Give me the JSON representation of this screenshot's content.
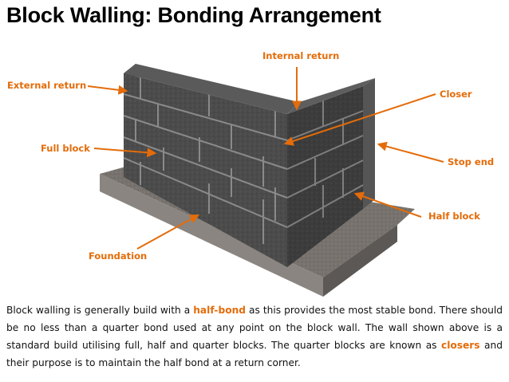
{
  "title": "Block Walling: Bonding Arrangement",
  "labels": {
    "internal_return": "Internal return",
    "external_return": "External return",
    "closer": "Closer",
    "full_block": "Full block",
    "stop_end": "Stop end",
    "half_block": "Half block",
    "foundation": "Foundation"
  },
  "paragraph": {
    "p1": "Block walling is generally build with a ",
    "h1": "half-bond",
    "p2": " as this provides the most stable bond. There should be no less than a quarter bond used at any point on the block wall.  The wall shown above is a standard build utilising full, half and quarter blocks.  The quarter blocks are known as ",
    "h2": "closers",
    "p3": " and their purpose is to maintain the half bond at a return corner."
  },
  "colors": {
    "accent": "#e46c0a",
    "block": "#4a4a4a",
    "mortar": "#8a8a8a",
    "foundation": "#6e6a66"
  }
}
